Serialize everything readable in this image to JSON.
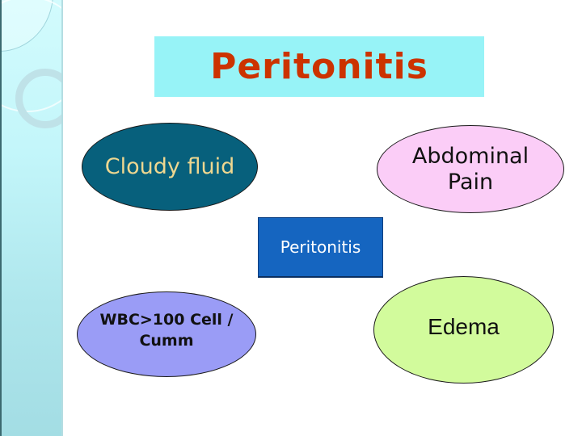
{
  "slide": {
    "title": "Peritonitis",
    "title_color": "#cc3300",
    "title_background": "#97f3f7"
  },
  "diagram": {
    "center": {
      "label": "Peritonitis",
      "background": "#1565c0",
      "text_color": "#ffffff"
    },
    "nodes": [
      {
        "id": "cloudy-fluid",
        "label": "Cloudy fluid",
        "position": "top-left",
        "background": "#07607c",
        "text_color": "#eed790"
      },
      {
        "id": "abdominal-pain",
        "label_line1": "Abdominal",
        "label_line2": "Pain",
        "position": "top-right",
        "background": "#fbcdf7",
        "text_color": "#111111"
      },
      {
        "id": "wbc",
        "label_line1": "WBC>100 Cell /",
        "label_line2": "Cumm",
        "position": "bottom-left",
        "background": "#9a9cf6",
        "text_color": "#111111"
      },
      {
        "id": "edema",
        "label": "Edema",
        "position": "bottom-right",
        "background": "#d2fb9c",
        "text_color": "#111111"
      }
    ]
  }
}
